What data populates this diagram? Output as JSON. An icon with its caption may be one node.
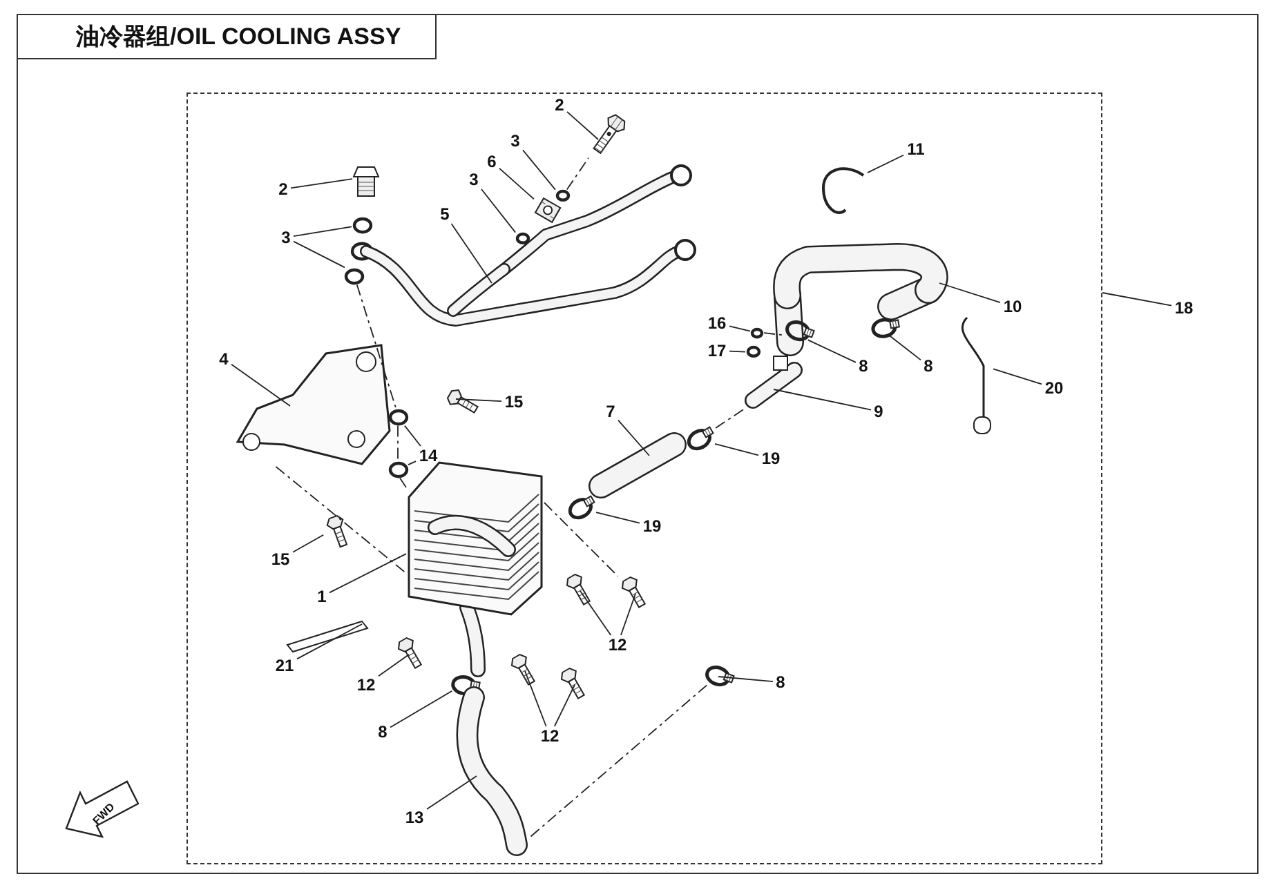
{
  "diagram": {
    "title": "油冷器组/OIL COOLING ASSY",
    "nodes": [
      {
        "text": [],
        "shape": "box"
      },
      {
        "text": [
          "2"
        ],
        "in": 0
      },
      {
        "text": [
          "11"
        ],
        "in": 0
      },
      {
        "text": [
          "3"
        ],
        "in": 0
      },
      {
        "text": [
          "6"
        ],
        "in": 0
      },
      {
        "text": [
          "3"
        ],
        "in": 0
      },
      {
        "text": [
          "2"
        ],
        "in": 0
      },
      {
        "text": [
          "5"
        ],
        "in": 0
      },
      {
        "text": [
          "3"
        ],
        "in": 0
      },
      {
        "text": [
          "18"
        ]
      },
      {
        "text": [
          "10"
        ],
        "in": 0
      },
      {
        "text": [
          "16"
        ],
        "in": 0
      },
      {
        "text": [
          "17"
        ],
        "in": 0
      },
      {
        "text": [
          "4"
        ],
        "in": 0
      },
      {
        "text": [
          "8"
        ],
        "in": 0
      },
      {
        "text": [
          "8"
        ],
        "in": 0
      },
      {
        "text": [
          "20"
        ],
        "in": 0
      },
      {
        "text": [
          "15"
        ],
        "in": 0
      },
      {
        "text": [
          "7"
        ],
        "in": 0
      },
      {
        "text": [
          "9"
        ],
        "in": 0
      },
      {
        "text": [
          "14"
        ],
        "in": 0
      },
      {
        "text": [
          "19"
        ],
        "in": 0
      },
      {
        "text": [
          "19"
        ],
        "in": 0
      },
      {
        "text": [
          "15"
        ],
        "in": 0
      },
      {
        "text": [
          "1"
        ],
        "in": 0
      },
      {
        "text": [
          "12"
        ],
        "in": 0
      },
      {
        "text": [
          "21"
        ],
        "in": 0
      },
      {
        "text": [
          "8"
        ],
        "in": 0
      },
      {
        "text": [
          "12"
        ],
        "in": 0
      },
      {
        "text": [
          "12"
        ],
        "in": 0
      },
      {
        "text": [
          "8"
        ],
        "in": 0
      },
      {
        "text": [
          "13"
        ],
        "in": 0
      },
      {
        "text": [],
        "shape": "picture",
        "in": 0
      },
      {
        "text": [],
        "shape": "picture",
        "in": 0
      },
      {
        "text": [],
        "shape": "circle",
        "in": 0
      },
      {
        "text": [],
        "shape": "picture",
        "in": 0
      },
      {
        "text": [],
        "shape": "circle",
        "in": 0
      },
      {
        "text": [],
        "shape": "picture",
        "in": 0
      },
      {
        "text": [],
        "shape": "picture",
        "in": 0
      },
      {
        "text": [],
        "shape": "circle",
        "in": 0
      },
      {
        "text": [],
        "shape": "circle",
        "in": 0
      },
      {
        "text": [],
        "shape": "picture",
        "in": 0
      },
      {
        "text": [],
        "shape": "circle",
        "in": 0
      },
      {
        "text": [],
        "shape": "circle",
        "in": 0
      },
      {
        "text": [],
        "shape": "picture",
        "in": 0
      },
      {
        "text": [],
        "shape": "circle",
        "in": 0
      },
      {
        "text": [],
        "shape": "circle",
        "in": 0
      },
      {
        "text": [],
        "shape": "picture",
        "in": 0
      },
      {
        "text": [],
        "shape": "picture",
        "in": 0
      },
      {
        "text": [],
        "shape": "picture",
        "in": 0
      },
      {
        "text": [],
        "shape": "picture",
        "in": 0
      },
      {
        "text": [],
        "shape": "circle",
        "in": 0
      },
      {
        "text": [],
        "shape": "circle",
        "in": 0
      },
      {
        "text": [],
        "shape": "circle",
        "in": 0
      },
      {
        "text": [],
        "shape": "circle",
        "in": 0
      },
      {
        "text": [],
        "shape": "picture",
        "in": 0
      },
      {
        "text": [],
        "shape": "picture",
        "in": 0
      },
      {
        "text": [],
        "shape": "picture",
        "in": 0
      },
      {
        "text": [],
        "shape": "picture",
        "in": 0
      },
      {
        "text": [],
        "shape": "picture",
        "in": 0
      },
      {
        "text": [],
        "shape": "circle",
        "in": 0
      },
      {
        "text": [],
        "shape": "picture",
        "in": 0
      },
      {
        "text": [],
        "shape": "picture",
        "in": 0
      },
      {
        "text": [],
        "shape": "picture",
        "in": 0
      },
      {
        "text": [],
        "shape": "circle",
        "in": 0
      },
      {
        "text": [],
        "shape": "picture",
        "in": 0
      }
    ],
    "edges": [
      {
        "from": 1,
        "to": 32,
        "arrow": "none"
      },
      {
        "from": 2,
        "to": 33,
        "arrow": "none"
      },
      {
        "from": 3,
        "to": 34,
        "arrow": "none"
      },
      {
        "from": 4,
        "to": 35,
        "arrow": "none"
      },
      {
        "from": 5,
        "to": 36,
        "arrow": "none"
      },
      {
        "from": 6,
        "to": 37,
        "arrow": "none"
      },
      {
        "from": 7,
        "to": 38,
        "arrow": "none"
      },
      {
        "from": 8,
        "to": 39,
        "arrow": "none"
      },
      {
        "from": 8,
        "to": 40,
        "arrow": "none"
      },
      {
        "from": 9,
        "to": 0,
        "arrow": "none"
      },
      {
        "from": 10,
        "to": 41,
        "arrow": "none"
      },
      {
        "from": 11,
        "to": 42,
        "arrow": "none"
      },
      {
        "from": 12,
        "to": 43,
        "arrow": "none"
      },
      {
        "from": 13,
        "to": 44,
        "arrow": "none"
      },
      {
        "from": 14,
        "to": 45,
        "arrow": "none"
      },
      {
        "from": 15,
        "to": 46,
        "arrow": "none"
      },
      {
        "from": 16,
        "to": 47,
        "arrow": "none"
      },
      {
        "from": 17,
        "to": 48,
        "arrow": "none"
      },
      {
        "from": 18,
        "to": 49,
        "arrow": "none"
      },
      {
        "from": 19,
        "to": 50,
        "arrow": "none"
      },
      {
        "from": 20,
        "to": 51,
        "arrow": "none"
      },
      {
        "from": 20,
        "to": 52,
        "arrow": "none"
      },
      {
        "from": 21,
        "to": 53,
        "arrow": "none"
      },
      {
        "from": 22,
        "to": 54,
        "arrow": "none"
      },
      {
        "from": 23,
        "to": 55,
        "arrow": "none"
      },
      {
        "from": 24,
        "to": 56,
        "arrow": "none"
      },
      {
        "from": 25,
        "to": 57,
        "arrow": "none"
      },
      {
        "from": 25,
        "to": 58,
        "arrow": "none"
      },
      {
        "from": 26,
        "to": 59,
        "arrow": "none"
      },
      {
        "from": 27,
        "to": 60,
        "arrow": "none"
      },
      {
        "from": 28,
        "to": 61,
        "arrow": "none"
      },
      {
        "from": 29,
        "to": 62,
        "arrow": "none"
      },
      {
        "from": 29,
        "to": 63,
        "arrow": "none"
      },
      {
        "from": 30,
        "to": 64,
        "arrow": "none"
      },
      {
        "from": 31,
        "to": 65,
        "arrow": "none"
      },
      {
        "from": 40,
        "to": 51,
        "arrow": "none",
        "style": "dashed"
      },
      {
        "from": 51,
        "to": 52,
        "arrow": "none",
        "style": "dashed"
      },
      {
        "from": 52,
        "to": 56,
        "arrow": "none",
        "style": "dashed"
      },
      {
        "from": 44,
        "to": 56,
        "arrow": "none",
        "style": "dashed"
      },
      {
        "from": 50,
        "to": 53,
        "arrow": "none",
        "style": "dashed"
      },
      {
        "from": 60,
        "to": 65,
        "arrow": "none",
        "style": "dashed"
      },
      {
        "from": 34,
        "to": 32,
        "arrow": "none",
        "style": "dashed"
      },
      {
        "from": 42,
        "to": 45,
        "arrow": "none",
        "style": "dashed"
      },
      {
        "from": 56,
        "to": 58,
        "arrow": "none",
        "style": "dashed"
      }
    ],
    "labels": [
      "FWD"
    ]
  }
}
